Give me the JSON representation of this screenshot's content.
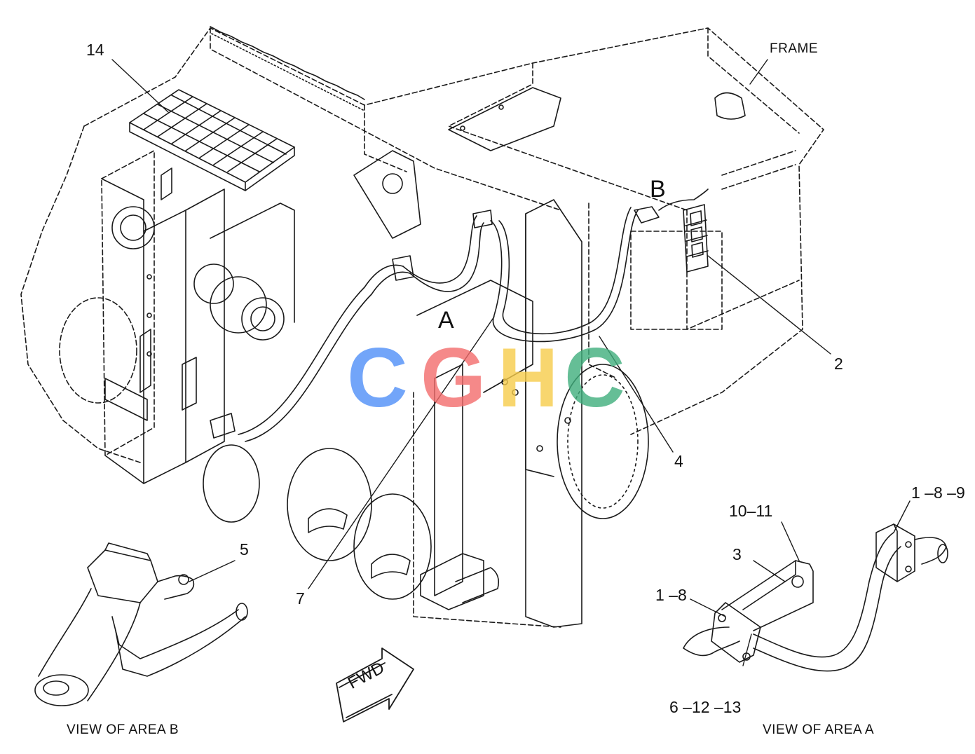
{
  "diagram": {
    "callouts": {
      "c14": "14",
      "frame": "FRAME",
      "b": "B",
      "a": "A",
      "c2": "2",
      "c4": "4",
      "c5": "5",
      "c7": "7",
      "c10_11": "10–11",
      "c3": "3",
      "c1_8_9": "1 –8 –9",
      "c1_8": "1 –8",
      "c6_12_13": "6 –12 –13"
    },
    "captions": {
      "view_b": "VIEW OF AREA B",
      "view_a": "VIEW OF AREA A"
    },
    "fwd_label": "FWD",
    "watermark": {
      "letters": [
        "C",
        "G",
        "H",
        "C"
      ],
      "colors": [
        "#4f8ff7",
        "#f26b6b",
        "#f6cc4a",
        "#3fae7c"
      ]
    },
    "line_color": "#1a1a1a"
  }
}
